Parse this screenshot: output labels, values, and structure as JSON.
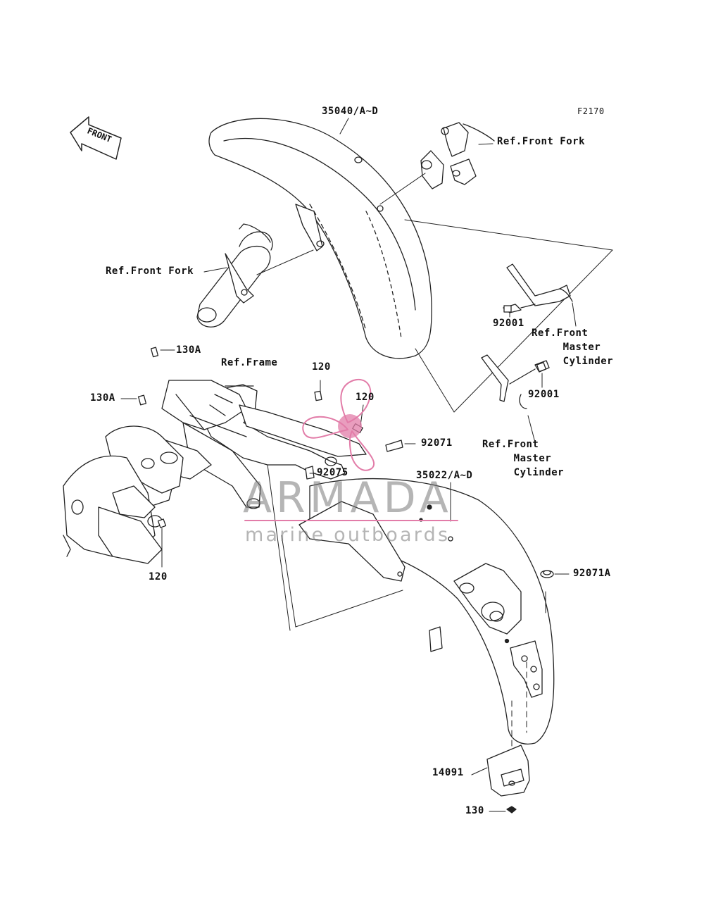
{
  "diagram": {
    "code": "F2170",
    "front_marker": "FRONT",
    "labels": {
      "part_35040": "35040/A~D",
      "ref_front_fork_top": "Ref.Front Fork",
      "ref_front_fork_left": "Ref.Front Fork",
      "ref_master_cyl_upper": "Ref.Front\n     Master\n     Cylinder",
      "ref_master_cyl_lower": "Ref.Front\n     Master\n     Cylinder",
      "part_92001_a": "92001",
      "part_92001_b": "92001",
      "part_130A_a": "130A",
      "part_130A_b": "130A",
      "ref_frame": "Ref.Frame",
      "part_120_a": "120",
      "part_120_b": "120",
      "part_120_c": "120",
      "part_92071": "92071",
      "part_92075": "92075",
      "part_35022": "35022/A~D",
      "part_92071A": "92071A",
      "part_14091": "14091",
      "part_130": "130"
    }
  },
  "watermark": {
    "brand": "ARMADA",
    "tagline": "marine outboards",
    "logo_color": "#e27ca8"
  }
}
